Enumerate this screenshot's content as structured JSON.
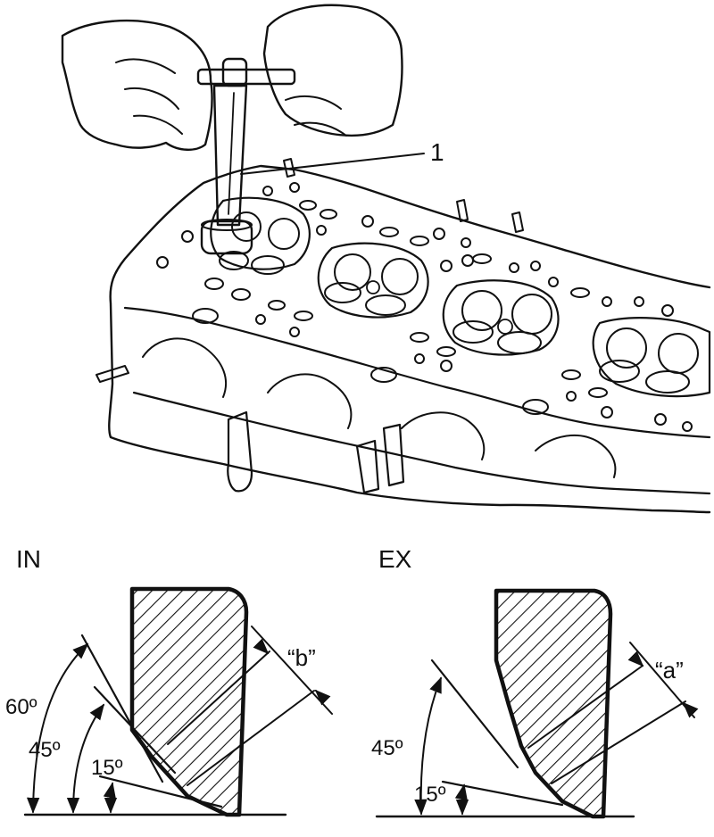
{
  "illustration": {
    "callout_1": "1"
  },
  "intake": {
    "title": "IN",
    "angle_60": "60º",
    "angle_45": "45º",
    "angle_15": "15º",
    "dimension": "“b”"
  },
  "exhaust": {
    "title": "EX",
    "angle_45": "45º",
    "angle_15": "15º",
    "dimension": "“a”"
  }
}
